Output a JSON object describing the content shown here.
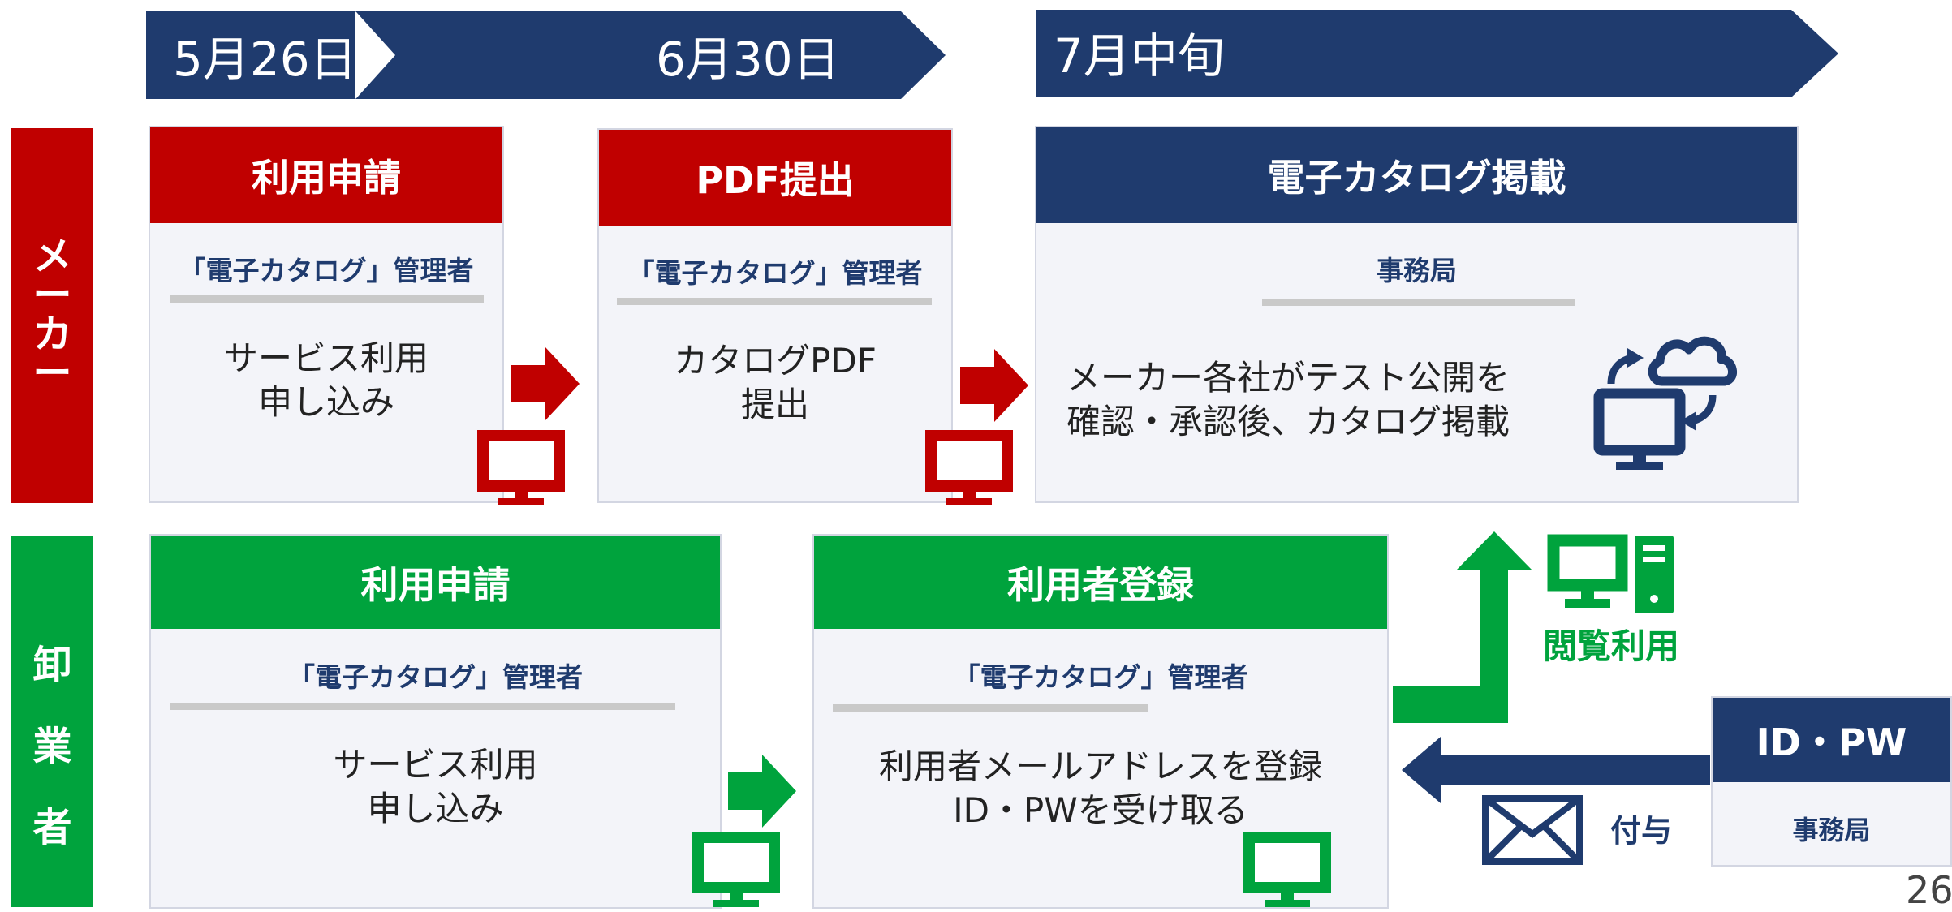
{
  "timeline": {
    "date1": "5月26日",
    "date2": "6月30日",
    "date3": "7月中旬"
  },
  "rows": {
    "maker": [
      "メ",
      "ー",
      "カ",
      "ー"
    ],
    "wholesaler": [
      "卸",
      "業",
      "者"
    ]
  },
  "maker_cards": [
    {
      "title": "利用申請",
      "role": "「電子カタログ」管理者",
      "lines": [
        "サービス利用",
        "申し込み"
      ]
    },
    {
      "title": "PDF提出",
      "role": "「電子カタログ」管理者",
      "lines": [
        "カタログPDF",
        "提出"
      ]
    },
    {
      "title": "電子カタログ掲載",
      "role": "事務局",
      "lines": [
        "メーカー各社がテスト公開を",
        "確認・承認後、カタログ掲載"
      ]
    }
  ],
  "wholesaler_cards": [
    {
      "title": "利用申請",
      "role": "「電子カタログ」管理者",
      "lines": [
        "サービス利用",
        "申し込み"
      ]
    },
    {
      "title": "利用者登録",
      "role": "「電子カタログ」管理者",
      "lines": [
        "利用者メールアドレスを登録",
        "ID・PWを受け取る"
      ]
    }
  ],
  "browse_label": "閲覧利用",
  "issue_label": "付与",
  "idpw_card": {
    "title": "ID・PW",
    "role": "事務局"
  },
  "page_number": "26",
  "colors": {
    "navy": "#1f3b6e",
    "red": "#c00000",
    "green": "#00a33d",
    "card_bg": "#f3f4f9"
  },
  "icons": [
    "computer-monitor-icon",
    "cloud-sync-icon",
    "desktop-tower-icon",
    "envelope-icon",
    "right-arrow-icon"
  ]
}
